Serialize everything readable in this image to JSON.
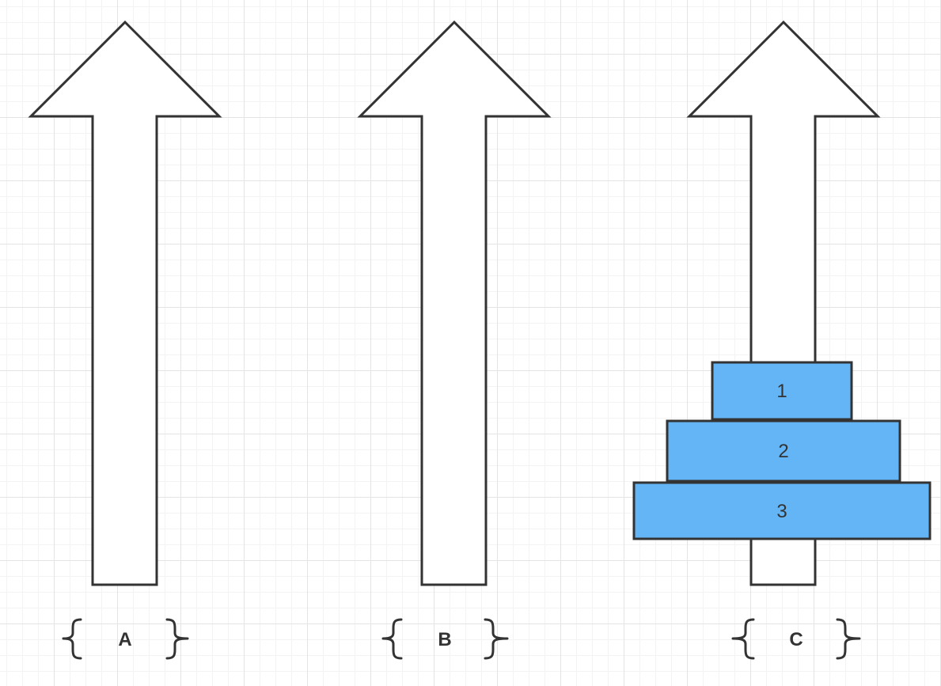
{
  "pegs": [
    {
      "label": "A",
      "disks": []
    },
    {
      "label": "B",
      "disks": []
    },
    {
      "label": "C",
      "disks": [
        "1",
        "2",
        "3"
      ]
    }
  ],
  "colors": {
    "disk_fill": "#64b5f6",
    "stroke": "#333333",
    "arrow_fill": "#ffffff"
  },
  "icons": {
    "peg": "up-arrow-icon",
    "brace_left": "left-brace-icon",
    "brace_right": "right-brace-icon"
  }
}
